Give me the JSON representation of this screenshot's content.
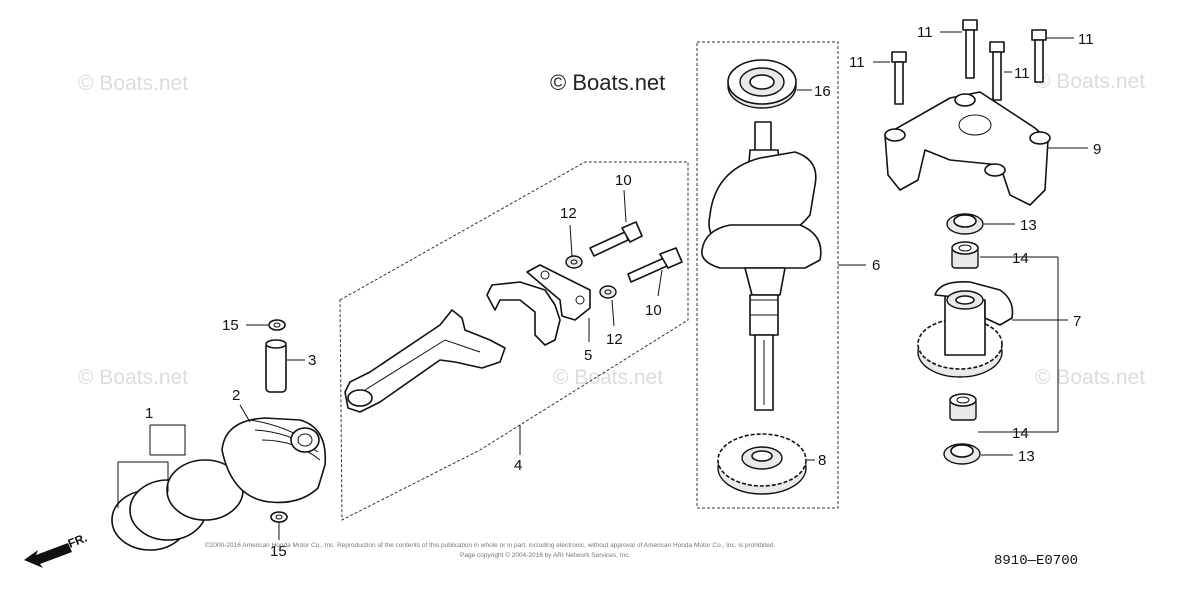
{
  "watermarks": {
    "main": "© Boats.net",
    "faint": "© Boats.net"
  },
  "labels": {
    "p1": "1",
    "p2": "2",
    "p3": "3",
    "p4": "4",
    "p5": "5",
    "p6": "6",
    "p7": "7",
    "p8": "8",
    "p9": "9",
    "p10a": "10",
    "p10b": "10",
    "p11a": "11",
    "p11b": "11",
    "p11c": "11",
    "p11d": "11",
    "p12a": "12",
    "p12b": "12",
    "p13a": "13",
    "p13b": "13",
    "p14a": "14",
    "p14b": "14",
    "p15a": "15",
    "p15b": "15",
    "p16": "16"
  },
  "front_marker": "FR.",
  "diagram_code": "8910—E0700",
  "copyright": {
    "line1": "©2000-2016 American Honda Motor Co., Inc. Reproduction of the contents of this publication in whole or in part, including electronic, without approval of American Honda Motor Co., Inc. is prohibited.",
    "line2": "Page copyright © 2004-2016 by ARI Network Services, Inc."
  }
}
